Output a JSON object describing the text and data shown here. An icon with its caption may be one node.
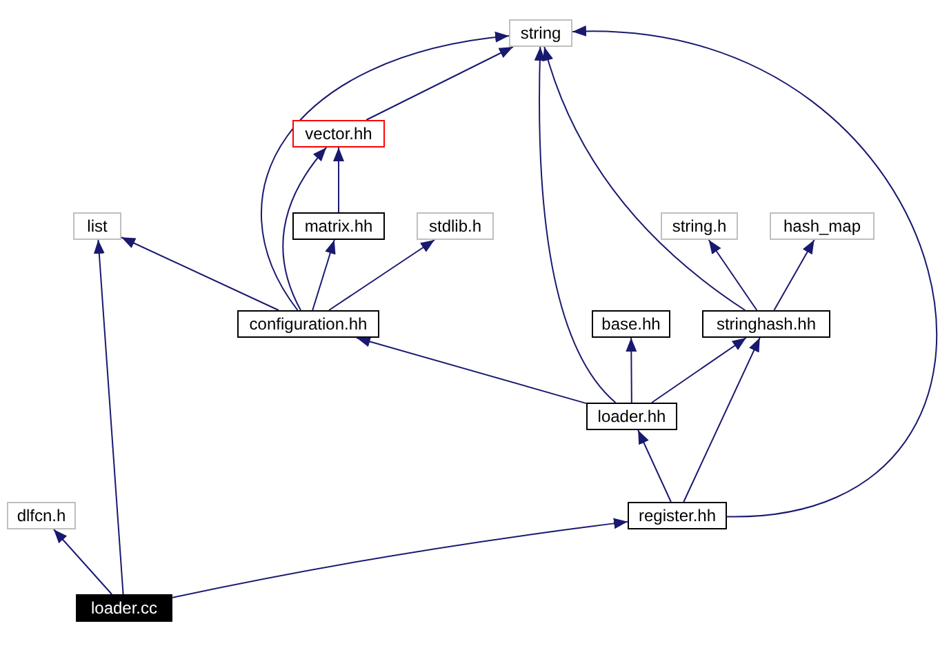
{
  "diagram": {
    "nodes": [
      {
        "text": [
          "string"
        ]
      },
      {
        "text": [
          "vector.hh"
        ]
      },
      {
        "text": [
          "list"
        ]
      },
      {
        "text": [
          "matrix.hh"
        ]
      },
      {
        "text": [
          "stdlib.h"
        ]
      },
      {
        "text": [
          "string.h"
        ]
      },
      {
        "text": [
          "hash_map"
        ]
      },
      {
        "text": [
          "configuration.hh"
        ]
      },
      {
        "text": [
          "base.hh"
        ]
      },
      {
        "text": [
          "stringhash.hh"
        ]
      },
      {
        "text": [
          "loader.hh"
        ]
      },
      {
        "text": [
          "dlfcn.h"
        ]
      },
      {
        "text": [
          "register.hh"
        ]
      },
      {
        "text": [
          "loader.cc"
        ]
      }
    ],
    "edges": [
      {
        "from": 13,
        "to": 11,
        "arrow": "to"
      },
      {
        "from": 13,
        "to": 2,
        "arrow": "to"
      },
      {
        "from": 13,
        "to": 12,
        "arrow": "to"
      },
      {
        "from": 12,
        "to": 0,
        "arrow": "to"
      },
      {
        "from": 12,
        "to": 10,
        "arrow": "to"
      },
      {
        "from": 12,
        "to": 9,
        "arrow": "to"
      },
      {
        "from": 10,
        "to": 0,
        "arrow": "to"
      },
      {
        "from": 10,
        "to": 7,
        "arrow": "to"
      },
      {
        "from": 10,
        "to": 8,
        "arrow": "to"
      },
      {
        "from": 10,
        "to": 9,
        "arrow": "to"
      },
      {
        "from": 9,
        "to": 0,
        "arrow": "to"
      },
      {
        "from": 9,
        "to": 5,
        "arrow": "to"
      },
      {
        "from": 9,
        "to": 6,
        "arrow": "to"
      },
      {
        "from": 7,
        "to": 0,
        "arrow": "to"
      },
      {
        "from": 7,
        "to": 1,
        "arrow": "to"
      },
      {
        "from": 7,
        "to": 2,
        "arrow": "to"
      },
      {
        "from": 7,
        "to": 3,
        "arrow": "to"
      },
      {
        "from": 7,
        "to": 4,
        "arrow": "to"
      },
      {
        "from": 3,
        "to": 1,
        "arrow": "to"
      },
      {
        "from": 1,
        "to": 0,
        "arrow": "to"
      }
    ]
  }
}
